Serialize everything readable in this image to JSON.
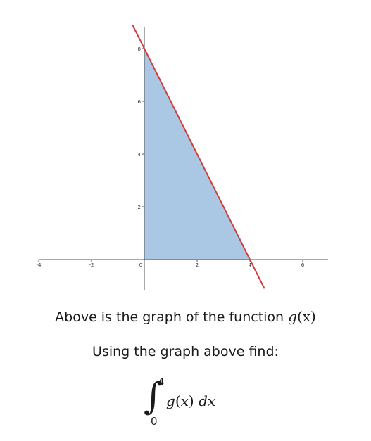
{
  "graph": {
    "function_name": "g",
    "line": {
      "x_intercept": 4,
      "y_intercept": 8,
      "slope": -2,
      "color": "#d43c3c"
    },
    "shaded_region": {
      "from_x": 0,
      "to_x": 4,
      "color": "#aac7e3"
    },
    "x_ticks": [
      "-4",
      "-2",
      "0",
      "2",
      "4",
      "6"
    ],
    "y_ticks": [
      "2",
      "4",
      "6",
      "8"
    ],
    "x_range": [
      -4,
      7
    ],
    "y_range": [
      -1.2,
      8.8
    ]
  },
  "caption": {
    "line1_text": "Above is the graph of the function ",
    "line1_func": "g",
    "line1_arg": "(x)",
    "line2_text": "Using the graph above find:"
  },
  "integral": {
    "sign": "∫",
    "upper_limit": "4",
    "lower_limit": "0",
    "integrand_func": "g",
    "integrand_paren_open": "(",
    "integrand_var": "x",
    "integrand_paren_close": ")",
    "differential": "dx"
  }
}
